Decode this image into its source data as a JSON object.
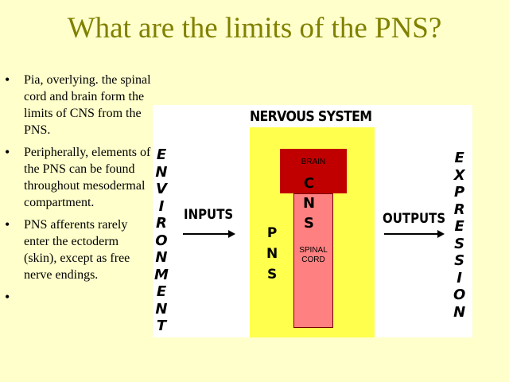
{
  "slide": {
    "title": "What are the limits of the PNS?",
    "bullets": [
      "Pia, overlying. the spinal cord and brain form the  limits of CNS  from the PNS.",
      "Peripherally, elements of the PNS can be found throughout mesodermal compartment.",
      "PNS afferents rarely enter the ectoderm (skin), except as free nerve endings.",
      ""
    ],
    "bullet_symbol": "•"
  },
  "diagram": {
    "heading": "NERVOUS SYSTEM",
    "brain_label": "BRAIN",
    "spinal_label_1": "SPINAL",
    "spinal_label_2": "CORD",
    "cns_letters": [
      "C",
      "N",
      "S"
    ],
    "pns_letters": [
      "P",
      "N",
      "S"
    ],
    "environment_letters": [
      "E",
      "N",
      "V",
      "I",
      "R",
      "O",
      "N",
      "M",
      "E",
      "N",
      "T"
    ],
    "expression_letters": [
      "E",
      "X",
      "P",
      "R",
      "E",
      "S",
      "S",
      "I",
      "O",
      "N"
    ],
    "inputs_label": "INPUTS",
    "outputs_label": "OUTPUTS",
    "colors": {
      "background": "#ffffcc",
      "title": "#808000",
      "nervous_system": "#ffff4d",
      "brain": "#c00000",
      "spinal_cord": "#ff8080"
    }
  }
}
